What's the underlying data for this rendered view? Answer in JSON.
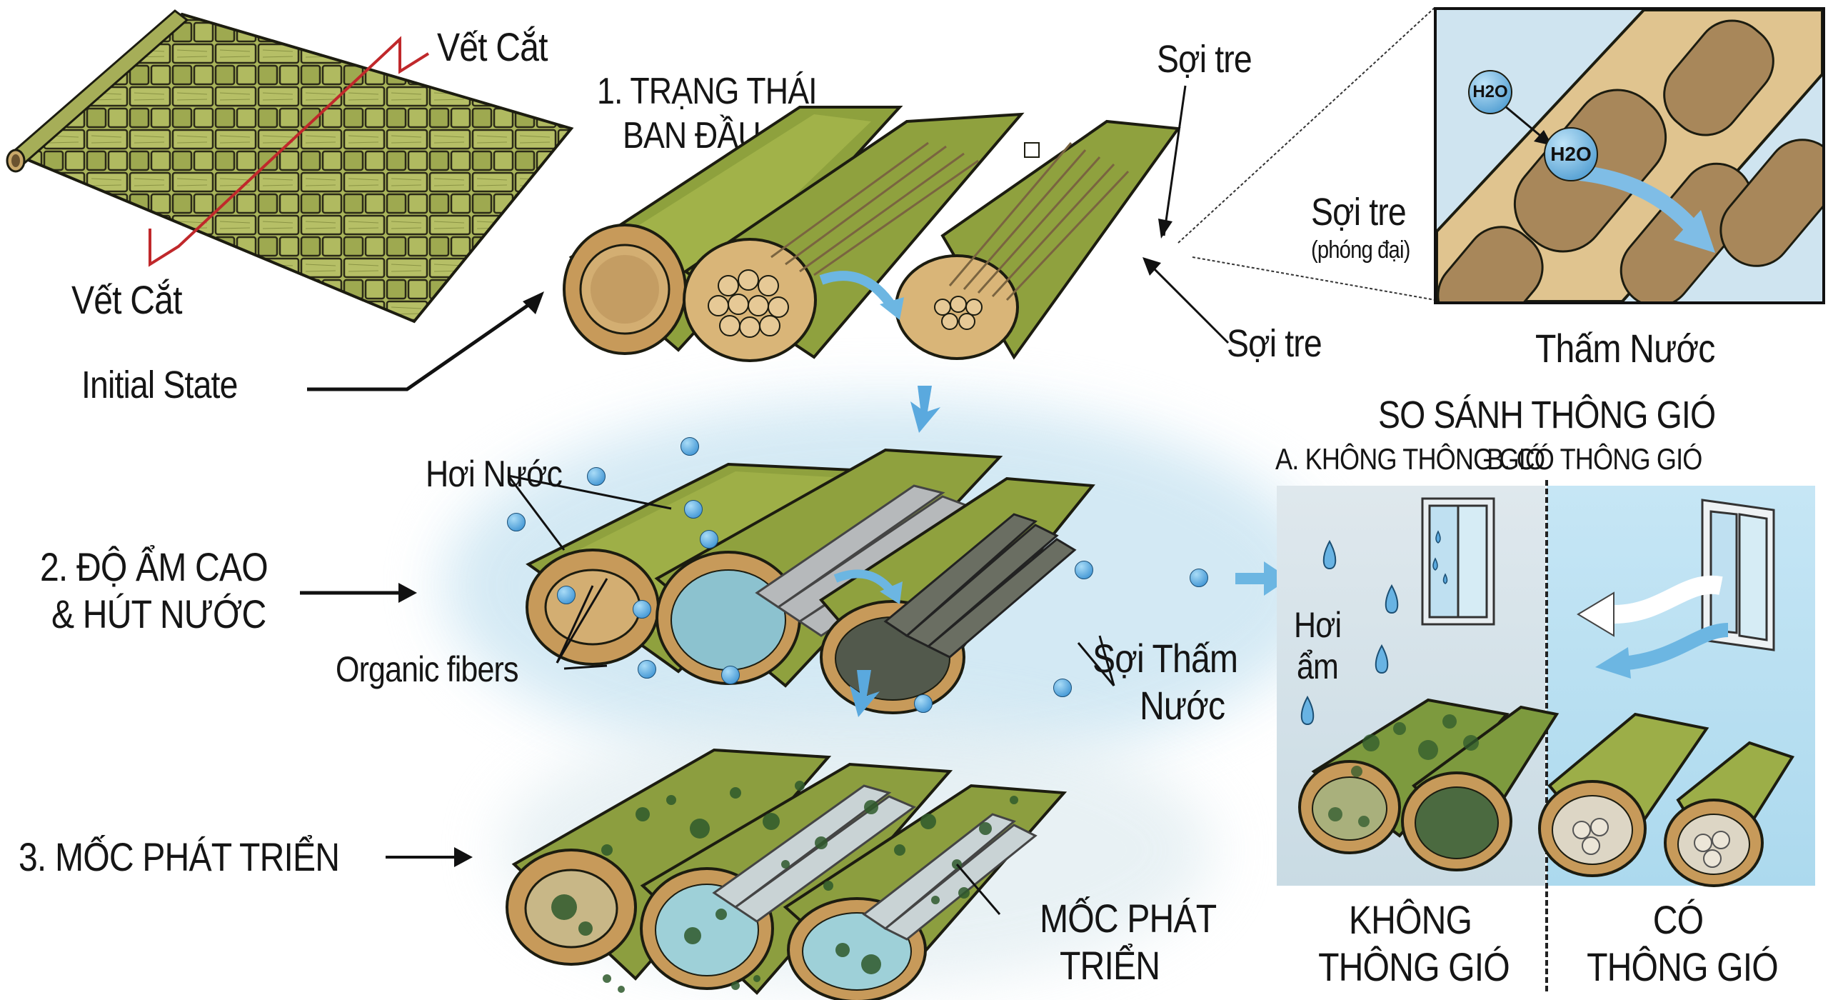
{
  "mat": {
    "cut_label_top": "Vết Cắt",
    "cut_label_bottom": "Vết Cắt",
    "cut_line_color": "#c0282b",
    "mat_color": "#a7b257"
  },
  "stage1": {
    "title_line1": "1. TRẠNG THÁI",
    "title_line2": "BAN ĐẦU",
    "initial_state_label": "Initial State",
    "fiber_label_top": "Sợi tre",
    "fiber_label_bottom": "Sợi tre",
    "fiber_magnified_label": "Sợi tre",
    "fiber_magnified_sub": "(phóng đại)"
  },
  "zoom_inset": {
    "molecule_1": "H2O",
    "molecule_2": "H2O",
    "caption": "Thấm Nước",
    "bg_color": "#cfe4f0",
    "tissue_color": "#e0c48f"
  },
  "stage2": {
    "title_line1": "2. ĐỘ ẨM CAO",
    "title_line2": "& HÚT NƯỚC",
    "vapor_label": "Hơi Nước",
    "organic_label": "Organic fibers",
    "soaked_label_line1": "Sợi Thấm",
    "soaked_label_line2": "Nước",
    "droplet_color": "#3b94d4"
  },
  "stage3": {
    "title": "3. MỐC PHÁT TRIỂN",
    "mold_label_line1": "MỐC PHÁT",
    "mold_label_line2": "TRIỂN",
    "mold_color": "#2f5a2c"
  },
  "ventilation": {
    "title": "SO SÁNH THÔNG GIÓ",
    "col_a_header": "A. KHÔNG THÔNG GIÓ",
    "col_b_header": "B. CÓ THÔNG GIÓ",
    "humid_label_line1": "Hơi",
    "humid_label_line2": "ẩm",
    "bottom_a_line1": "KHÔNG",
    "bottom_a_line2": "THÔNG GIÓ",
    "bottom_b_line1": "CÓ",
    "bottom_b_line2": "THÔNG GIÓ",
    "panel_a_color": "#dbe6ec",
    "panel_b_color": "#bfe1f1"
  }
}
